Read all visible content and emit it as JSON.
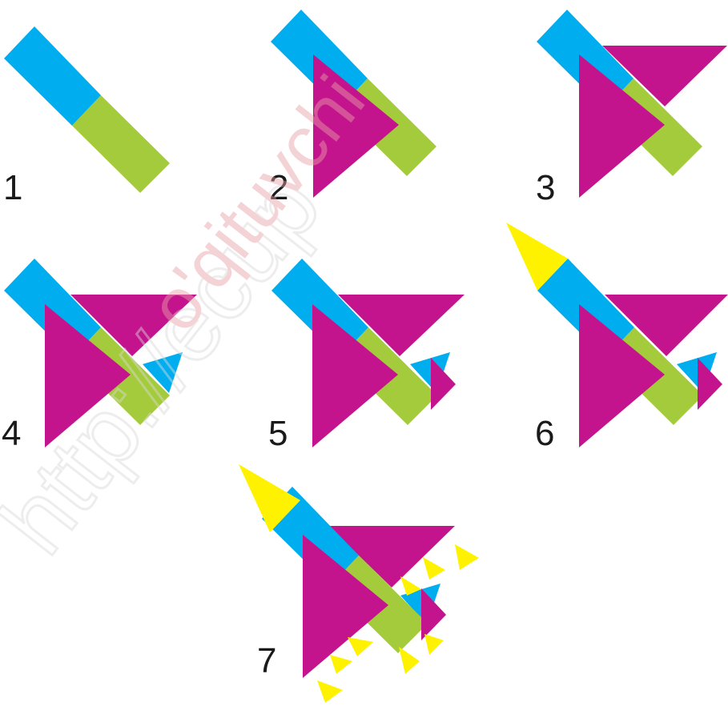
{
  "colors": {
    "blue": "#00aeef",
    "green": "#a4cb3b",
    "magenta": "#c4148d",
    "yellow": "#fff200",
    "label": "#1a1a1a"
  },
  "steps": [
    {
      "label": "1"
    },
    {
      "label": "2"
    },
    {
      "label": "3"
    },
    {
      "label": "4"
    },
    {
      "label": "5"
    },
    {
      "label": "6"
    },
    {
      "label": "7"
    }
  ],
  "watermark": {
    "text_outline": "http://ecup",
    "text_red": "o'qituvchi",
    "outline_color": "#d9d9d9",
    "red_color": "#e8a0a8"
  }
}
